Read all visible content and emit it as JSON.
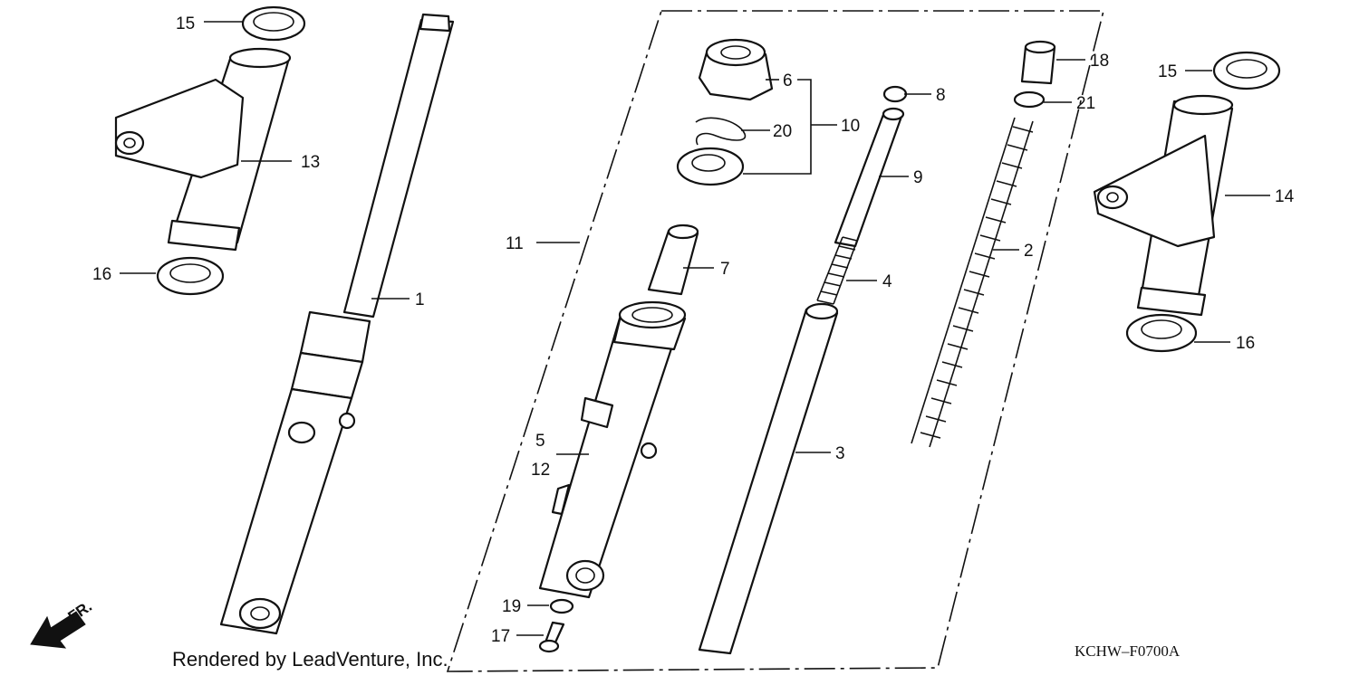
{
  "diagram": {
    "callouts": {
      "c1": "1",
      "c2": "2",
      "c3": "3",
      "c4": "4",
      "c5": "5",
      "c6": "6",
      "c7": "7",
      "c8": "8",
      "c9": "9",
      "c10": "10",
      "c11": "11",
      "c12": "12",
      "c13": "13",
      "c14": "14",
      "c15a": "15",
      "c15b": "15",
      "c16a": "16",
      "c16b": "16",
      "c17": "17",
      "c18": "18",
      "c19": "19",
      "c20": "20",
      "c21": "21"
    },
    "direction_label": "FR."
  },
  "footer": {
    "rendered_by": "Rendered by LeadVenture, Inc.",
    "diagram_code": "KCHW–F0700A"
  }
}
